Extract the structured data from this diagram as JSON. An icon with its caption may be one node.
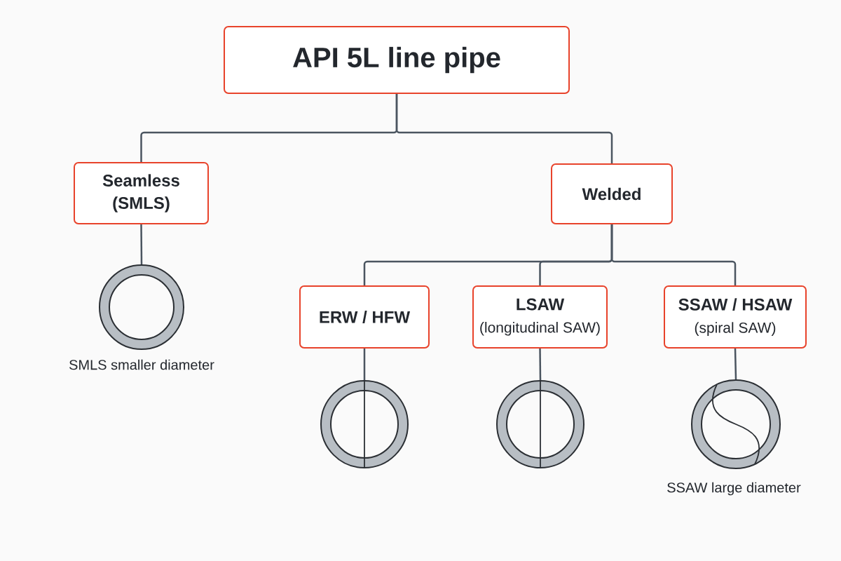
{
  "diagram": {
    "nodes": [
      {
        "text": [
          "API 5L line pipe"
        ]
      },
      {
        "text": [
          "Seamless",
          "(SMLS)"
        ]
      },
      {
        "text": [
          "Welded"
        ]
      },
      {
        "text": [
          "ERW / HFW"
        ]
      },
      {
        "text": [
          "LSAW",
          "(longitudinal SAW)"
        ]
      },
      {
        "text": [
          "SSAW / HSAW",
          "(spiral SAW)"
        ]
      },
      {
        "text": [],
        "shape": "circle",
        "beside": [
          "SMLS smaller diameter"
        ]
      },
      {
        "text": [],
        "shape": "circle"
      },
      {
        "text": [],
        "shape": "circle"
      },
      {
        "text": [],
        "shape": "circle",
        "beside": [
          "SSAW large diameter"
        ]
      }
    ],
    "edges": [
      {
        "from": 0,
        "to": 1,
        "arrow": "none"
      },
      {
        "from": 0,
        "to": 2,
        "arrow": "none"
      },
      {
        "from": 1,
        "to": 6,
        "arrow": "none"
      },
      {
        "from": 2,
        "to": 3,
        "arrow": "none"
      },
      {
        "from": 2,
        "to": 4,
        "arrow": "none"
      },
      {
        "from": 2,
        "to": 5,
        "arrow": "none"
      },
      {
        "from": 3,
        "to": 7,
        "arrow": "none"
      },
      {
        "from": 4,
        "to": 8,
        "arrow": "none"
      },
      {
        "from": 5,
        "to": 9,
        "arrow": "none"
      }
    ]
  }
}
